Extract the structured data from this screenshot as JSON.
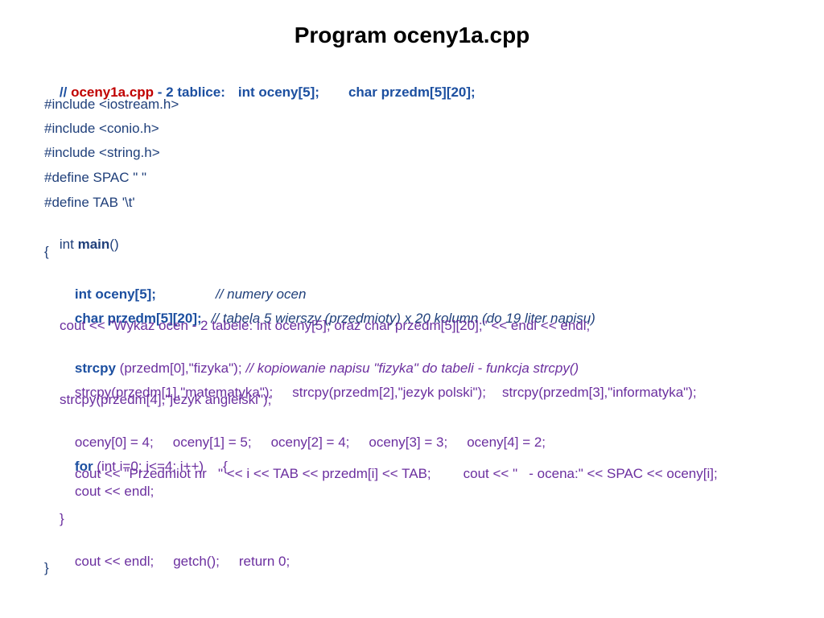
{
  "title": "Program oceny1a.cpp",
  "line1": {
    "slashes": "// ",
    "filename": "oceny1a.cpp",
    "desc": " - 2 tablice:",
    "decl1": "int oceny[5];",
    "decl2": "char przedm[5][20];"
  },
  "includes": [
    "#include <iostream.h>",
    "#include <conio.h>",
    "#include <string.h>"
  ],
  "defines": [
    "#define SPAC \" \"",
    "#define TAB '\\t'"
  ],
  "main_sig": {
    "type": "int ",
    "name": "main",
    "parens": "()"
  },
  "open_brace": "{",
  "decl_oceny": {
    "code": "int oceny[5];",
    "comment": "// numery ocen"
  },
  "decl_przedm": {
    "code": "char przedm[5][20];",
    "comment": "// tabela 5 wierszy (przedmioty) x 20 kolumn (do 19 liter napisu)"
  },
  "cout_wykaz": "cout << \"Wykaz ocen - 2 tabele: int oceny[5]; oraz char przedm[5][20];\" << endl << endl;",
  "strcpy_first": {
    "kw": "strcpy",
    "args": " (przedm[0],\"fizyka\");",
    "comment": "// kopiowanie napisu \"fizyka\" do tabeli - funkcja strcpy()"
  },
  "strcpy_line1": [
    "strcpy(przedm[1],\"matematyka\");",
    "strcpy(przedm[2],\"jezyk polski\");",
    "strcpy(przedm[3],\"informatyka\");"
  ],
  "strcpy_line2": "strcpy(przedm[4],\"jezyk angielski\");",
  "oceny_assign": [
    "oceny[0] = 4;",
    "oceny[1] = 5;",
    "oceny[2] = 4;",
    "oceny[3] = 3;",
    "oceny[4] = 2;"
  ],
  "for_loop": {
    "kw": "for",
    "head": " (int i=0; i<=4; i++)",
    "brace": "{"
  },
  "loop_body": {
    "part1": "cout << \"Przedmiot nr   \" << i << TAB << przedm[i] << TAB;",
    "part2": "cout << \"   - ocena:\" << SPAC << oceny[i];",
    "part3": "cout << endl;"
  },
  "close_brace_inner": "}",
  "final_line": [
    "cout << endl;",
    "getch();",
    "return 0;"
  ],
  "close_brace": "}"
}
